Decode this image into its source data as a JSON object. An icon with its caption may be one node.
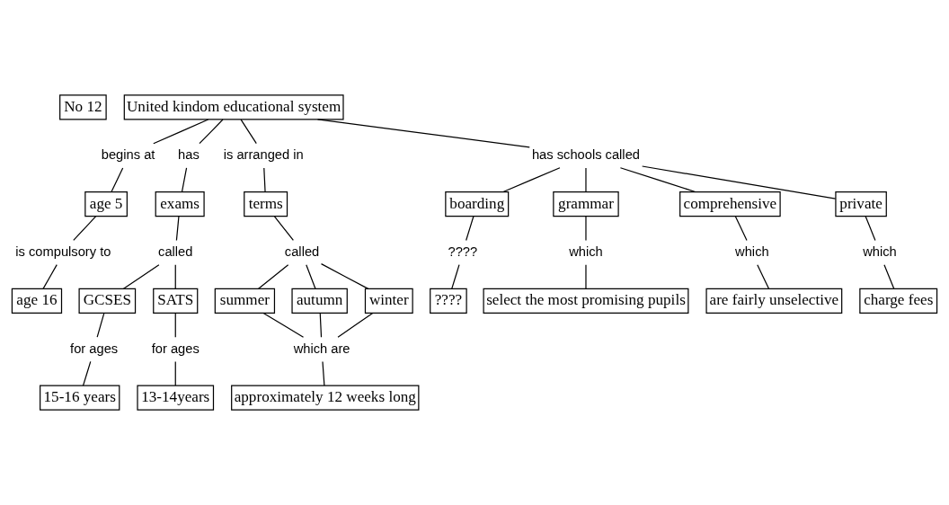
{
  "diagram": {
    "nodes": [
      {
        "text": [
          "No 12"
        ]
      },
      {
        "text": [
          "United kindom educational system"
        ]
      },
      {
        "text": [
          "begins at"
        ]
      },
      {
        "text": [
          "age 5"
        ]
      },
      {
        "text": [
          "is compulsory to"
        ]
      },
      {
        "text": [
          "age 16"
        ]
      },
      {
        "text": [
          "has"
        ]
      },
      {
        "text": [
          "exams"
        ]
      },
      {
        "text": [
          "called"
        ]
      },
      {
        "text": [
          "GCSES"
        ]
      },
      {
        "text": [
          "SATS"
        ]
      },
      {
        "text": [
          "for ages"
        ]
      },
      {
        "text": [
          "for ages"
        ]
      },
      {
        "text": [
          "15-16 years"
        ]
      },
      {
        "text": [
          "13-14years"
        ]
      },
      {
        "text": [
          "is arranged in"
        ]
      },
      {
        "text": [
          "terms"
        ]
      },
      {
        "text": [
          "called"
        ]
      },
      {
        "text": [
          "summer"
        ]
      },
      {
        "text": [
          "autumn"
        ]
      },
      {
        "text": [
          "winter"
        ]
      },
      {
        "text": [
          "which are"
        ]
      },
      {
        "text": [
          "approximately 12 weeks long"
        ]
      },
      {
        "text": [
          "has schools called"
        ]
      },
      {
        "text": [
          "private"
        ]
      },
      {
        "text": [
          "which"
        ]
      },
      {
        "text": [
          "charge fees"
        ]
      },
      {
        "text": [
          "comprehensive"
        ]
      },
      {
        "text": [
          "which"
        ]
      },
      {
        "text": [
          "are fairly unselective"
        ]
      },
      {
        "text": [
          "grammar"
        ]
      },
      {
        "text": [
          "which"
        ]
      },
      {
        "text": [
          "select the most promising pupils"
        ]
      },
      {
        "text": [
          "boarding"
        ]
      },
      {
        "text": [
          "????"
        ]
      },
      {
        "text": [
          "????"
        ]
      }
    ],
    "edges": [
      {
        "from": 1,
        "to": 2,
        "arrow": "none"
      },
      {
        "from": 2,
        "to": 3,
        "arrow": "none"
      },
      {
        "from": 3,
        "to": 4,
        "arrow": "none"
      },
      {
        "from": 4,
        "to": 5,
        "arrow": "none"
      },
      {
        "from": 1,
        "to": 6,
        "arrow": "none"
      },
      {
        "from": 6,
        "to": 7,
        "arrow": "none"
      },
      {
        "from": 7,
        "to": 8,
        "arrow": "none"
      },
      {
        "from": 8,
        "to": 9,
        "arrow": "none"
      },
      {
        "from": 8,
        "to": 10,
        "arrow": "none"
      },
      {
        "from": 9,
        "to": 11,
        "arrow": "none"
      },
      {
        "from": 11,
        "to": 13,
        "arrow": "none"
      },
      {
        "from": 10,
        "to": 12,
        "arrow": "none"
      },
      {
        "from": 12,
        "to": 14,
        "arrow": "none"
      },
      {
        "from": 1,
        "to": 15,
        "arrow": "none"
      },
      {
        "from": 15,
        "to": 16,
        "arrow": "none"
      },
      {
        "from": 16,
        "to": 17,
        "arrow": "none"
      },
      {
        "from": 17,
        "to": 18,
        "arrow": "none"
      },
      {
        "from": 17,
        "to": 19,
        "arrow": "none"
      },
      {
        "from": 17,
        "to": 20,
        "arrow": "none"
      },
      {
        "from": 18,
        "to": 21,
        "arrow": "none"
      },
      {
        "from": 19,
        "to": 21,
        "arrow": "none"
      },
      {
        "from": 20,
        "to": 21,
        "arrow": "none"
      },
      {
        "from": 21,
        "to": 22,
        "arrow": "none"
      },
      {
        "from": 1,
        "to": 23,
        "arrow": "none"
      },
      {
        "from": 23,
        "to": 33,
        "arrow": "none"
      },
      {
        "from": 33,
        "to": 34,
        "arrow": "none"
      },
      {
        "from": 34,
        "to": 35,
        "arrow": "none"
      },
      {
        "from": 23,
        "to": 30,
        "arrow": "none"
      },
      {
        "from": 30,
        "to": 31,
        "arrow": "none"
      },
      {
        "from": 31,
        "to": 32,
        "arrow": "none"
      },
      {
        "from": 23,
        "to": 27,
        "arrow": "none"
      },
      {
        "from": 27,
        "to": 28,
        "arrow": "none"
      },
      {
        "from": 28,
        "to": 29,
        "arrow": "none"
      },
      {
        "from": 23,
        "to": 24,
        "arrow": "none"
      },
      {
        "from": 24,
        "to": 25,
        "arrow": "none"
      },
      {
        "from": 25,
        "to": 26,
        "arrow": "none"
      }
    ]
  }
}
